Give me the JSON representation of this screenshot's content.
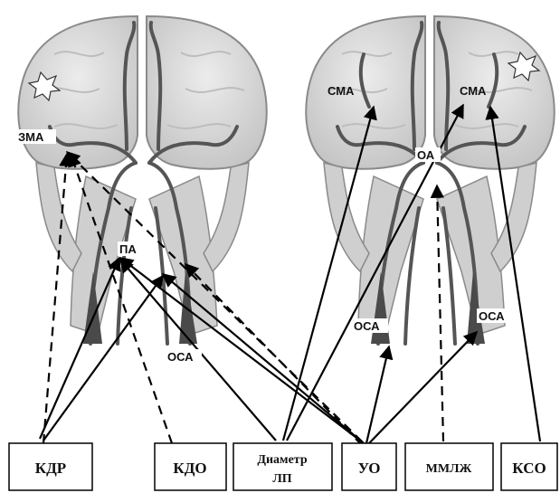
{
  "labels": {
    "left_brain": {
      "zma": "ЗМА",
      "pa": "ПА",
      "osa": "ОСА"
    },
    "right_brain": {
      "sma_left": "СМА",
      "sma_right": "СМА",
      "oa": "ОА",
      "osa_left": "ОСА",
      "osa_right": "ОСА"
    }
  },
  "boxes": {
    "kdr": "КДР",
    "kdo": "КДО",
    "diam_line1": "Диаметр",
    "diam_line2": "ЛП",
    "uo": "УО",
    "mmlzh": "ММЛЖ",
    "kso": "КСО"
  },
  "colors": {
    "brain_fill": "#d9d9d9",
    "brain_edge": "#8a8a8a",
    "vessel": "#555555",
    "arrow": "#000000",
    "box_border": "#000000"
  }
}
